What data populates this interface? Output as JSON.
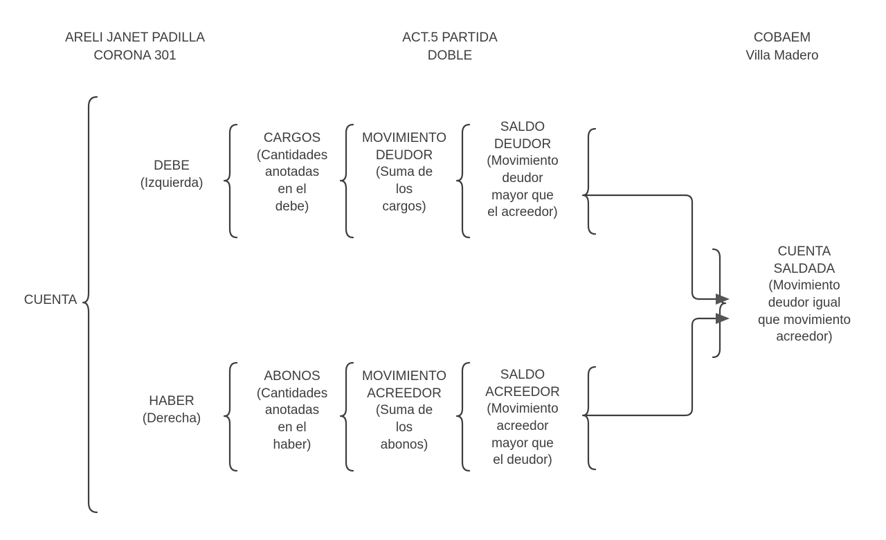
{
  "headers": {
    "left": "ARELI JANET PADILLA\nCORONA 301",
    "center": "ACT.5 PARTIDA\nDOBLE",
    "right": "COBAEM\nVilla Madero"
  },
  "colors": {
    "stroke": "#3d3d3d",
    "text": "#3d3d3d",
    "arrow_fill": "#555555",
    "background": "#ffffff"
  },
  "nodes": {
    "root": "CUENTA",
    "debe": "DEBE\n(Izquierda)",
    "haber": "HABER\n(Derecha)",
    "cargos": "CARGOS\n(Cantidades\nanotadas\nen el\ndebe)",
    "abonos": "ABONOS\n(Cantidades\nanotadas\nen el\nhaber)",
    "movimiento_deudor": "MOVIMIENTO\nDEUDOR\n(Suma de\nlos\ncargos)",
    "movimiento_acreedor": "MOVIMIENTO\nACREEDOR\n(Suma de\nlos\nabonos)",
    "saldo_deudor": "SALDO\nDEUDOR\n(Movimiento\ndeudor\nmayor que\nel acreedor)",
    "saldo_acreedor": "SALDO\nACREEDOR\n(Movimiento\nacreedor\nmayor que\nel deudor)",
    "cuenta_saldada": "CUENTA\nSALDADA\n(Movimiento\ndeudor igual\nque movimiento\nacreedor)"
  },
  "structure": {
    "type": "bracket-tree",
    "orientation": "left-to-right",
    "levels": [
      "CUENTA",
      "DEBE / HABER",
      "CARGOS / ABONOS",
      "MOVIMIENTO DEUDOR / MOVIMIENTO ACREEDOR",
      "SALDO DEUDOR / SALDO ACREEDOR",
      "CUENTA SALDADA"
    ],
    "connectors": [
      "SALDO DEUDOR -> CUENTA SALDADA",
      "SALDO ACREEDOR -> CUENTA SALDADA"
    ]
  }
}
